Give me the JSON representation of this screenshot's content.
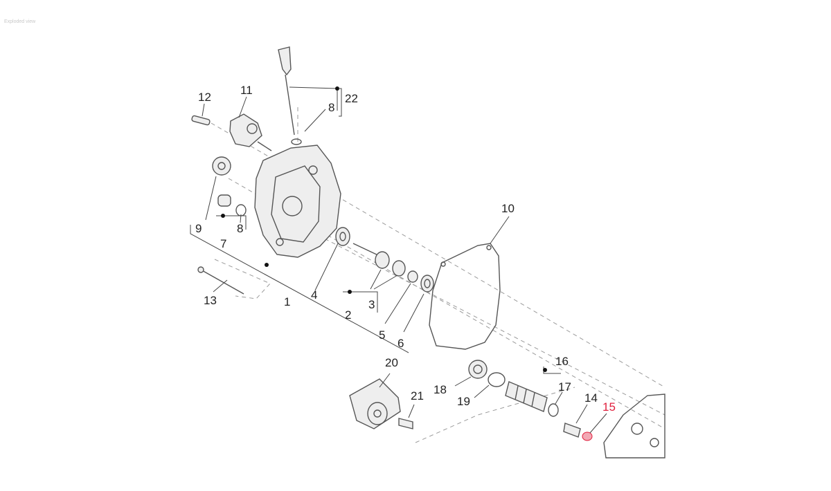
{
  "watermark": "Exploded view",
  "labels": {
    "l1": "1",
    "l2": "2",
    "l3": "3",
    "l4": "4",
    "l5": "5",
    "l6": "6",
    "l7": "7",
    "l8a": "8",
    "l8b": "8",
    "l9": "9",
    "l10": "10",
    "l11": "11",
    "l12": "12",
    "l13": "13",
    "l14": "14",
    "l15": "15",
    "l16": "16",
    "l17": "17",
    "l18": "18",
    "l19": "19",
    "l20": "20",
    "l21": "21",
    "l22": "22"
  },
  "colors": {
    "highlight": "#e01e3c",
    "line": "#555555"
  }
}
